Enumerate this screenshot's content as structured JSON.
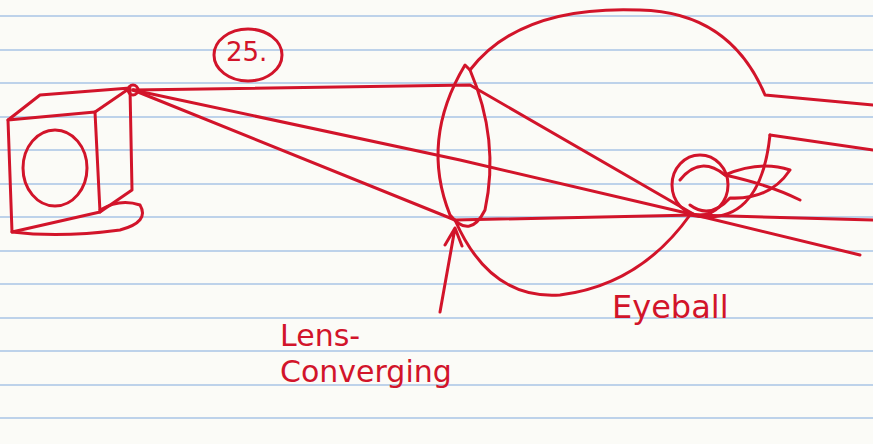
{
  "diagram": {
    "labels": [
      "25.",
      "Lens- Converging",
      "Eyeball"
    ]
  }
}
